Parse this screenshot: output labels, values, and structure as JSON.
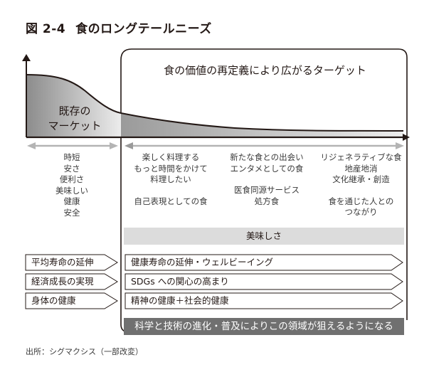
{
  "figure": {
    "number": "図 2-4",
    "title": "食のロングテールニーズ"
  },
  "target_panel": {
    "title": "食の価値の再定義により広がるターゲット"
  },
  "existing_market": {
    "label_line1": "既存の",
    "label_line2": "マーケット"
  },
  "columns": [
    {
      "lines": [
        "時短",
        "安さ",
        "便利さ",
        "美味しい",
        "健康",
        "安全"
      ]
    },
    {
      "lines": [
        "楽しく料理する",
        "もっと時間をかけて",
        "料理したい"
      ],
      "lines_b": [
        "自己表現としての食"
      ]
    },
    {
      "lines": [
        "新たな食との出会い",
        "エンタメとしての食"
      ],
      "lines_b": [
        "医食同源サービス",
        "処方食"
      ]
    },
    {
      "lines": [
        "リジェネラティブな食",
        "地産地消",
        "文化継承・創造"
      ],
      "lines_b": [
        "食を通じた人との",
        "つながり"
      ]
    }
  ],
  "taste_band": "美味しさ",
  "transitions": [
    {
      "from": "平均寿命の延伸",
      "to": "健康寿命の延伸・ウェルビーイング"
    },
    {
      "from": "経済成長の実現",
      "to": "SDGs への関心の高まり"
    },
    {
      "from": "身体の健康",
      "to": "精神の健康＋社会的健康"
    }
  ],
  "bottom_band": "科学と技術の進化・普及によりこの領域が狙えるようになる",
  "source": "出所：シグマクシス（一部改変）",
  "colors": {
    "line": "#231815",
    "existing_fill_dark": "#8f8f8f",
    "existing_fill_light": "#e6e6e6",
    "tail_fill_dark": "#9a9a9a",
    "tail_fill_light": "#e8e8e8",
    "range_arrow": "#b4b4b4",
    "taste_band": "#dcdcdc",
    "bottom_band": "#707070"
  }
}
